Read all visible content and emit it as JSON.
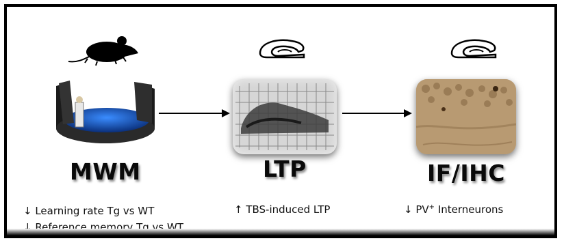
{
  "steps": [
    {
      "label": "MWM",
      "icon": "mouse-icon",
      "image": "water-maze-pool"
    },
    {
      "label": "LTP",
      "icon": "hippocampus-icon",
      "image": "hippocampal-slice-electrode-array"
    },
    {
      "label": "IF/IHC",
      "icon": "hippocampus-icon",
      "image": "stained-tissue-section"
    }
  ],
  "findings": {
    "mwm": [
      "↓ Learning rate Tg vs WT",
      "↓ Reference memory Tg vs WT"
    ],
    "ltp": [
      "↑ TBS-induced LTP"
    ],
    "ifihc_prefix": "↓ PV",
    "ifihc_sup": "+",
    "ifihc_suffix": " Interneurons"
  },
  "colors": {
    "border": "#000000",
    "pool_water": "#1f6fd6",
    "tissue": "#b89a72"
  }
}
